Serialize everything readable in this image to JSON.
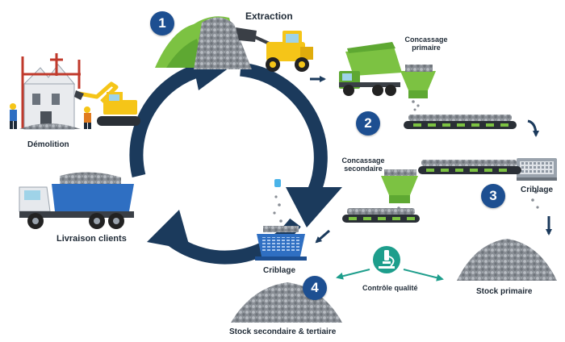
{
  "steps": {
    "step1": "1",
    "step2": "2",
    "step3": "3",
    "step4": "4"
  },
  "labels": {
    "extraction": "Extraction",
    "concassage_primaire_l1": "Concassage",
    "concassage_primaire_l2": "primaire",
    "concassage_secondaire_l1": "Concassage",
    "concassage_secondaire_l2": "secondaire",
    "criblage_right": "Criblage",
    "criblage_center": "Criblage",
    "stock_primaire": "Stock primaire",
    "controle_qualite": "Contrôle qualité",
    "stock_secondaire_tertiaire": "Stock secondaire & tertiaire",
    "livraison_clients": "Livraison clients",
    "demolition": "Démolition"
  },
  "colors": {
    "cycle_arrow": "#1b3a5c",
    "badge": "#1d4f91",
    "accent_green": "#7cc242",
    "loader_yellow": "#f5c518",
    "truck_blue": "#2f6fc2",
    "quality_teal": "#1e9e8c",
    "conveyor": "#2a2f36"
  },
  "icons": {
    "quality": "microscope-icon",
    "crusher": "crusher-icon",
    "screen": "screen-icon",
    "truck": "dump-truck-icon",
    "loader": "wheel-loader-icon",
    "building": "demolition-building-icon"
  }
}
